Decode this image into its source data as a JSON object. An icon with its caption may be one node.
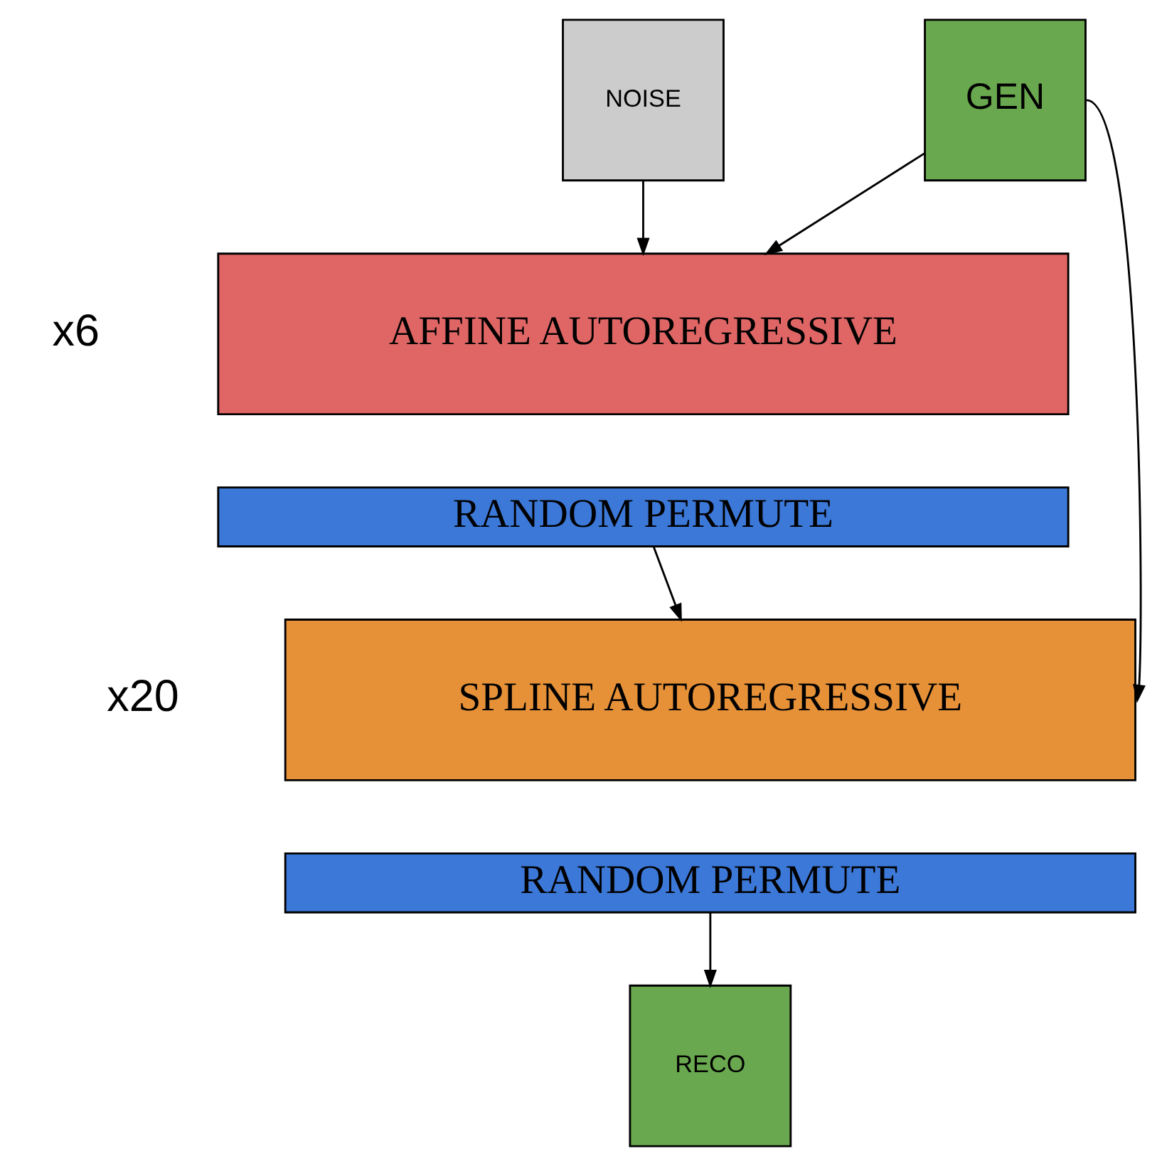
{
  "diagram": {
    "nodes": [
      {
        "text": [
          "NOISE"
        ]
      },
      {
        "text": [
          "GEN"
        ]
      },
      {
        "text": [
          "AFFINE AUTOREGRESSIVE"
        ]
      },
      {
        "text": [
          "RANDOM PERMUTE"
        ]
      },
      {
        "text": [
          "SPLINE AUTOREGRESSIVE"
        ]
      },
      {
        "text": [
          "RANDOM PERMUTE"
        ]
      },
      {
        "text": [
          "RECO"
        ]
      }
    ],
    "edges": [
      {
        "from": 0,
        "to": 2,
        "arrow": "to"
      },
      {
        "from": 1,
        "to": 2,
        "arrow": "to"
      },
      {
        "from": 3,
        "to": 4,
        "arrow": "to"
      },
      {
        "from": 1,
        "to": 4,
        "arrow": "to"
      },
      {
        "from": 5,
        "to": 6,
        "arrow": "to"
      }
    ],
    "labels": [
      "x6",
      "x20"
    ]
  }
}
